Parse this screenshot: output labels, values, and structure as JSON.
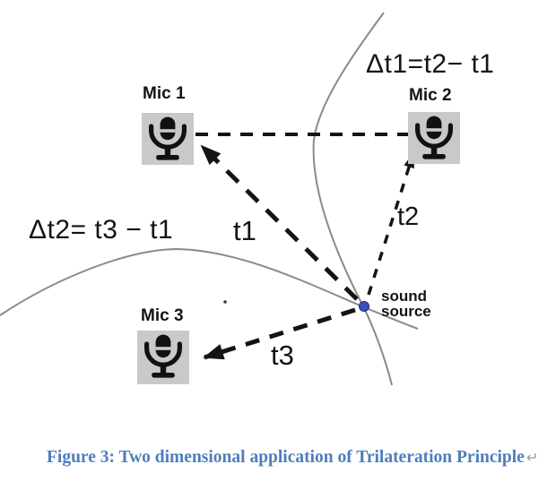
{
  "equations": {
    "delta_t1": "Δt1=t2− t1",
    "delta_t2": "Δt2= t3 − t1"
  },
  "mics": [
    {
      "id": "mic-1",
      "label": "Mic 1"
    },
    {
      "id": "mic-2",
      "label": "Mic 2"
    },
    {
      "id": "mic-3",
      "label": "Mic 3"
    }
  ],
  "arrows": [
    {
      "id": "t1",
      "label": "t1"
    },
    {
      "id": "t2",
      "label": "t2"
    },
    {
      "id": "t3",
      "label": "t3"
    }
  ],
  "sound_source": {
    "line1": "sound",
    "line2": "source"
  },
  "caption": {
    "text": "Figure 3: Two dimensional application of Trilateration Principle",
    "return_mark": "↵"
  },
  "icons": {
    "microphone": "microphone-icon",
    "source_point": "sound-source-dot"
  },
  "colors": {
    "caption_blue": "#4d7ebc",
    "dot_blue": "#3c4dc0",
    "mic_box_gray": "#c9c9c9",
    "curve_gray": "#8a8a8a",
    "ink": "#141414",
    "return_gray": "#8e9bb0"
  }
}
